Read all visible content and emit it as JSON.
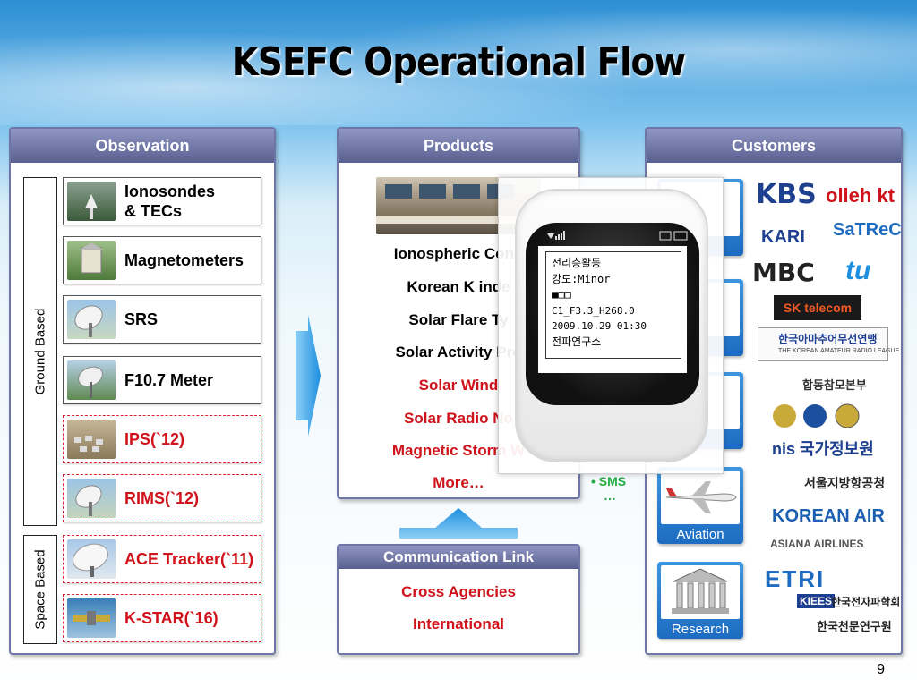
{
  "title": "KSEFC Operational Flow",
  "page_number": "9",
  "observation": {
    "header": "Observation",
    "ground_label": "Ground Based",
    "space_label": "Space Based",
    "items": [
      {
        "line1": "Ionosondes",
        "line2": "& TECs"
      },
      {
        "line1": "Magnetometers"
      },
      {
        "line1": "SRS"
      },
      {
        "line1": "F10.7 Meter"
      },
      {
        "line1": "IPS(`12)"
      },
      {
        "line1": "RIMS(`12)"
      },
      {
        "line1": "ACE Tracker(`11)"
      },
      {
        "line1": "K-STAR(`16)"
      }
    ]
  },
  "products": {
    "header": "Products",
    "lines": [
      "Ionospheric Cond",
      "Korean K inde",
      "Solar Flare Ty",
      "Solar Activity Pro",
      "Solar Wind",
      "Solar Radio No",
      "Magnetic Storm W",
      "More…"
    ]
  },
  "communication": {
    "header": "Communication Link",
    "lines": [
      "Cross Agencies",
      "International"
    ]
  },
  "customers": {
    "header": "Customers",
    "boxes": [
      "",
      "",
      "",
      "Aviation",
      "Research"
    ],
    "sms_bullet": "• SMS",
    "sms_more": "…",
    "logos": {
      "kbs": "KBS",
      "olleh": "olleh kt",
      "kari": "KARI",
      "satrec": "SaTReC",
      "mbc": "MBC",
      "tu": "tu",
      "sk": "SK telecom",
      "karl": "한국아마추어무선연맹",
      "karl_sub": "THE KOREAN AMATEUR RADIO LEAGUE",
      "jcs": "합동참모본부",
      "nis": "nis 국가정보원",
      "seoul": "서울지방항공청",
      "korean_air": "KOREAN AIR",
      "asiana": "ASIANA AIRLINES",
      "etri": "ETRI",
      "kiees_badge": "KIEES",
      "kiees": "한국전자파학회",
      "kasi": "한국천문연구원"
    }
  },
  "phone": {
    "lines": [
      "전리층활동",
      "강도:Minor",
      "■□□",
      "C1_F3.3_H268.0",
      "2009.10.29 01:30",
      "전파연구소"
    ]
  },
  "colors": {
    "panel_header": "#59608f",
    "highlight_red": "#d0121b",
    "arrow_blue": "#1d8fe0",
    "customer_box": "#1d6cc2"
  }
}
